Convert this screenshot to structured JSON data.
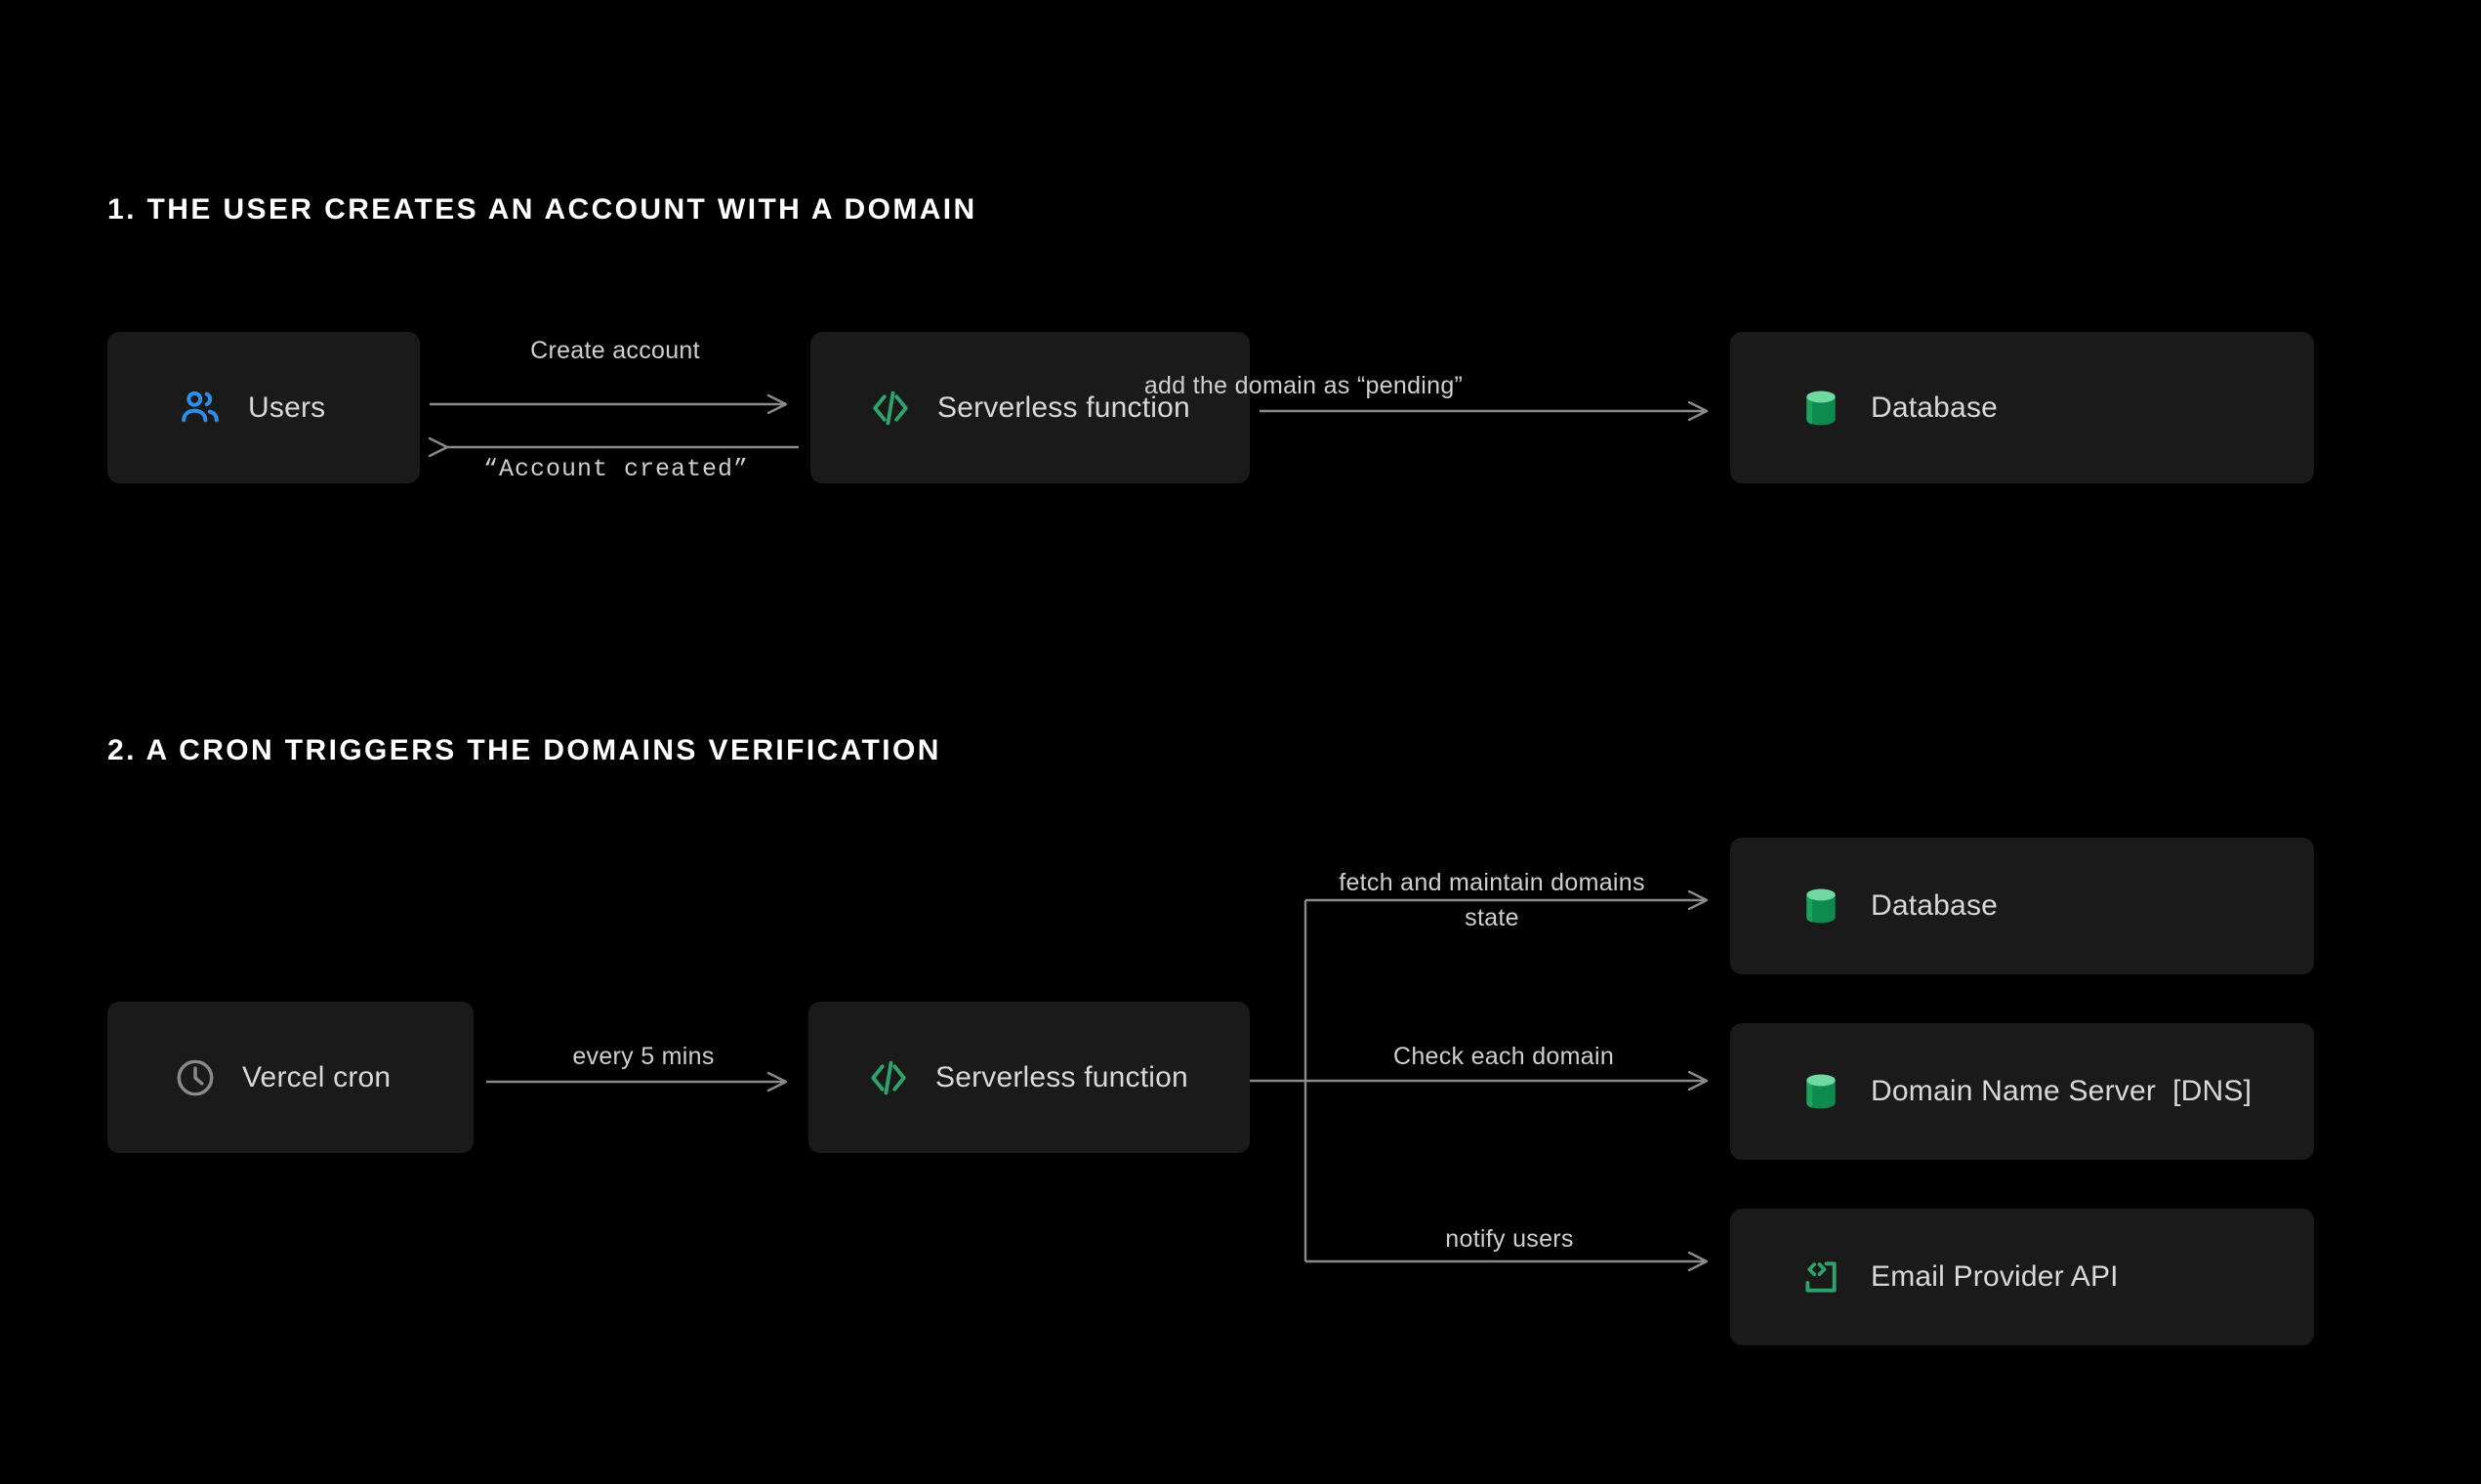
{
  "page": {
    "background": "#000000",
    "accent_green": "#2ea36b",
    "accent_green_light": "#6fd9a0",
    "accent_blue": "#2f8fe8",
    "line_color": "#8a8a8a",
    "text_color": "#d8d8d8",
    "heading_color": "#ffffff",
    "card_background": "#1a1a1a"
  },
  "sections": [
    {
      "id": "section-1",
      "heading": "1. THE USER CREATES AN ACCOUNT WITH A DOMAIN",
      "nodes": [
        {
          "id": "users",
          "label": "Users",
          "icon": "users-icon",
          "icon_color": "#2f8fe8"
        },
        {
          "id": "serverless-1",
          "label": "Serverless function",
          "icon": "code-slash-icon",
          "icon_color": "#2ea36b"
        },
        {
          "id": "database-1",
          "label": "Database",
          "icon": "database-cylinder-icon",
          "icon_color": "#2ea36b"
        }
      ],
      "edges": [
        {
          "id": "create-account",
          "label": "Create account",
          "from": "users",
          "to": "serverless-1",
          "style": "sans"
        },
        {
          "id": "account-created",
          "label": "“Account created”",
          "from": "serverless-1",
          "to": "users",
          "style": "mono"
        },
        {
          "id": "add-pending",
          "label": "add the domain as “pending”",
          "from": "serverless-1",
          "to": "database-1",
          "style": "sans"
        }
      ]
    },
    {
      "id": "section-2",
      "heading": "2. A CRON TRIGGERS THE DOMAINS VERIFICATION",
      "nodes": [
        {
          "id": "cron",
          "label": "Vercel cron",
          "icon": "clock-icon",
          "icon_color": "#8a8a8a"
        },
        {
          "id": "serverless-2",
          "label": "Serverless function",
          "icon": "code-slash-icon",
          "icon_color": "#2ea36b"
        },
        {
          "id": "database-2",
          "label": "Database",
          "icon": "database-cylinder-icon",
          "icon_color": "#2ea36b"
        },
        {
          "id": "dns",
          "label": "Domain Name Server  [DNS]",
          "icon": "database-cylinder-icon",
          "icon_color": "#2ea36b"
        },
        {
          "id": "email",
          "label": "Email Provider API",
          "icon": "api-bracket-icon",
          "icon_color": "#2ea36b"
        }
      ],
      "edges": [
        {
          "id": "every-5-mins",
          "label": "every 5 mins",
          "from": "cron",
          "to": "serverless-2",
          "style": "sans"
        },
        {
          "id": "fetch-maintain",
          "label": "fetch and maintain domains state",
          "from": "serverless-2",
          "to": "database-2",
          "style": "sans"
        },
        {
          "id": "check-domain",
          "label": "Check each domain",
          "from": "serverless-2",
          "to": "dns",
          "style": "sans"
        },
        {
          "id": "notify-users",
          "label": "notify users",
          "from": "serverless-2",
          "to": "email",
          "style": "sans"
        }
      ]
    }
  ]
}
